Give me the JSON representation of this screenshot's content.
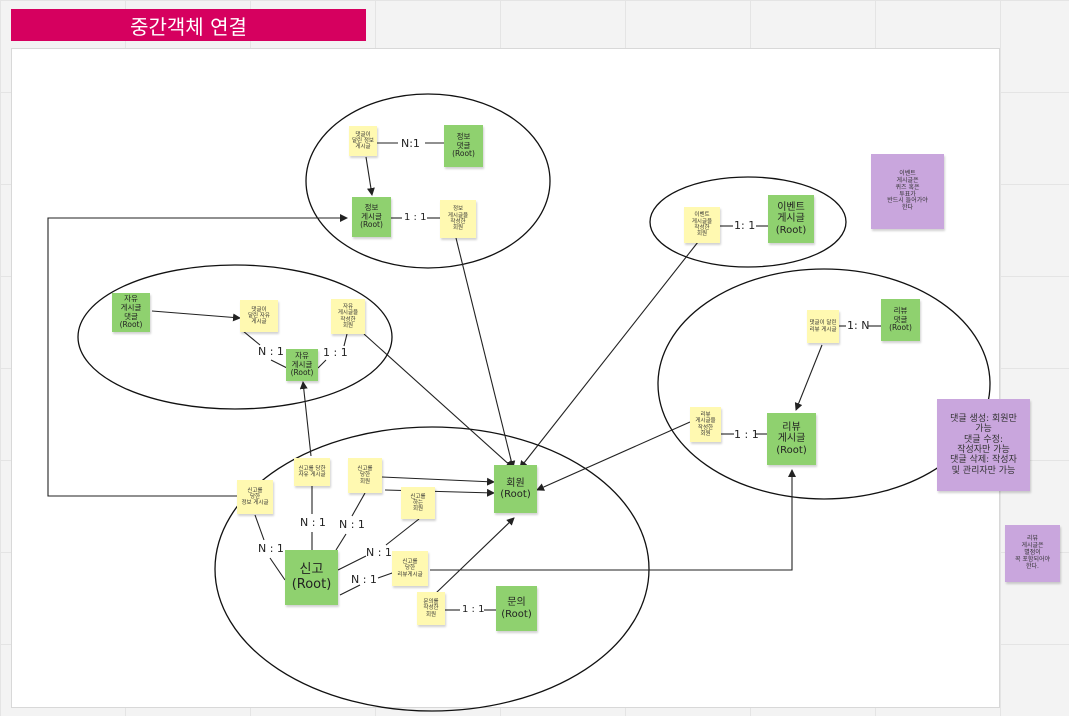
{
  "title": "중간객체 연결",
  "notes": {
    "info_comment_post": "댓글이\n달린 정보\n게시글",
    "info_comment": "정보\n댓글\n(Root)",
    "info_post": "정보\n게시글\n(Root)",
    "info_post_author": "정보\n게시글을\n작성한\n회원",
    "free_post_root": "자유\n게시글\n댓글\n(Root)",
    "free_commented_post": "댓글이\n달린 자유\n게시글",
    "free_post_author": "자유\n게시글을\n작성한\n회원",
    "free_post": "자유\n게시글\n(Root)",
    "event_post_author": "이벤트\n게시글을\n작성한\n회원",
    "event_post": "이벤트\n게시글\n(Root)",
    "review_commented_post": "댓글이 달린\n리뷰 게시글",
    "review_comment": "리뷰\n댓글\n(Root)",
    "review_post_author": "리뷰\n게시글을\n작성한\n회원",
    "review_post": "리뷰\n게시글\n(Root)",
    "member": "회원\n(Root)",
    "reported_info_post": "신고를\n당한\n정보 게시글",
    "reported_free_post": "신고를 당한\n자유 게시글",
    "reported_member": "신고를\n당한\n회원",
    "reporting_member": "신고를\n하는\n회원",
    "report": "신고\n(Root)",
    "reported_review_post": "신고를\n당한\n리뷰게시글",
    "inquiry_author": "문의를\n작성한\n회원",
    "inquiry": "문의\n(Root)",
    "memo_event": "이벤트\n게시글은\n퀴즈 혹은\n투표가\n반드시 들어가야\n한다",
    "memo_comment_rules": "댓글 생성: 회원만\n가능\n댓글 수정:\n작성자만 가능\n댓글 삭제: 작성자\n및 관리자만 가능",
    "memo_review": "리뷰\n게시글은\n별점이\n꼭 포함되어야\n한다."
  },
  "relations": {
    "info_n1": "N:1",
    "info_11": "1 : 1",
    "event_11": "1: 1",
    "free_n1": "N : 1",
    "free_11": "1 : 1",
    "review_1n": "1: N",
    "review_11": "1 : 1",
    "report_n1_a": "N : 1",
    "report_n1_b": "N : 1",
    "report_n1_c": "N : 1",
    "report_n1_d": "N : 1",
    "inquiry_11": "1 : 1"
  }
}
